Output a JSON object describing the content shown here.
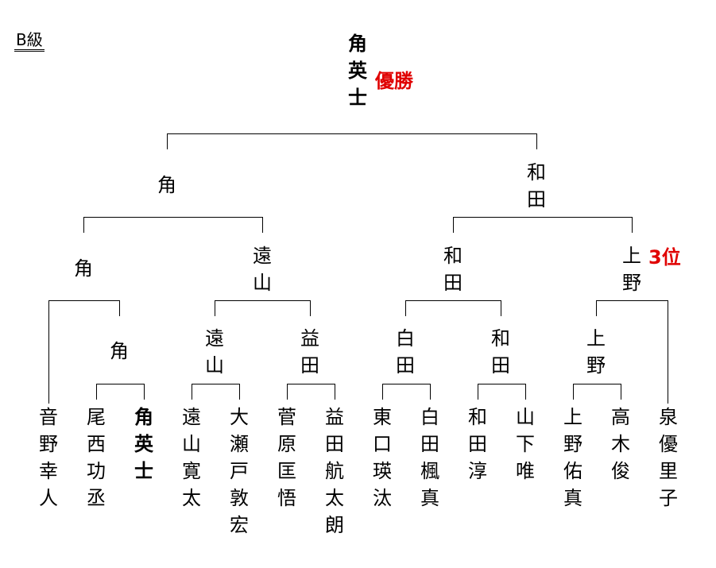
{
  "title": "B級",
  "champion": {
    "name": "角　英士",
    "label": "優勝"
  },
  "third_place_label": "3位",
  "final": {
    "left": "角",
    "right": "和田"
  },
  "semifinal": [
    "角",
    "遠山",
    "和田",
    "上野"
  ],
  "quarterfinal": [
    "角",
    "遠山",
    "益田",
    "白田",
    "和田",
    "上野"
  ],
  "players": [
    "音野幸人",
    "尾西功丞",
    "角　英士",
    "遠山寛太",
    "大瀬戸敦宏",
    "菅原匡悟",
    "益田航太朗",
    "東口瑛汰",
    "白田楓真",
    "和田　淳",
    "山下　唯",
    "上野佑真",
    "高木　俊",
    "泉優里子"
  ]
}
